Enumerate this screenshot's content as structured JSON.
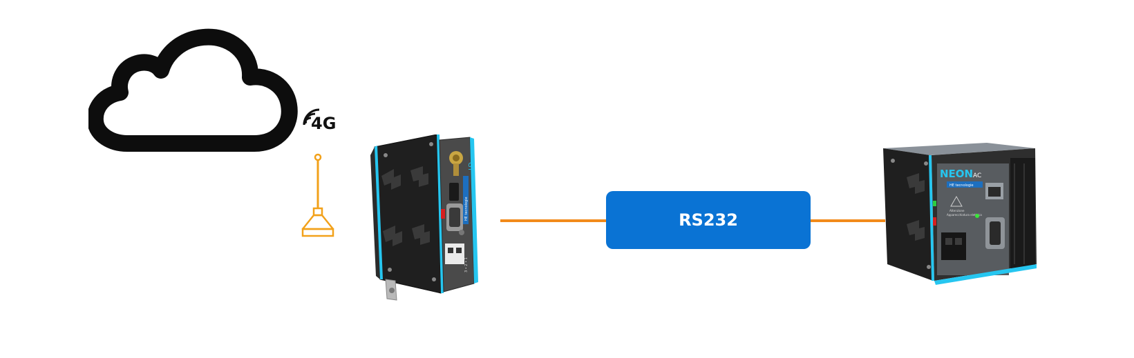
{
  "connection": {
    "label": "RS232"
  },
  "network": {
    "label": "4G"
  },
  "gateway": {
    "vertical_label": "GT",
    "brand_strip": "HE tecnologie",
    "terminal_label": "3 • 2 • 1"
  },
  "plc": {
    "brand": "NEON",
    "model": "AC",
    "brand_strip": "HE tecnologie",
    "warning_title": "Attenzione",
    "warning_text": "Apparecchiatura elettrica"
  },
  "colors": {
    "link": "#f28a1a",
    "connection_box": "#0a73d4",
    "accent_cyan": "#26c6f0",
    "device_body": "#1f1f1f",
    "cloud_outline": "#0d0d0d",
    "antenna": "#f2a11a"
  },
  "icons": [
    "cloud-icon",
    "signal-icon",
    "antenna-icon"
  ]
}
